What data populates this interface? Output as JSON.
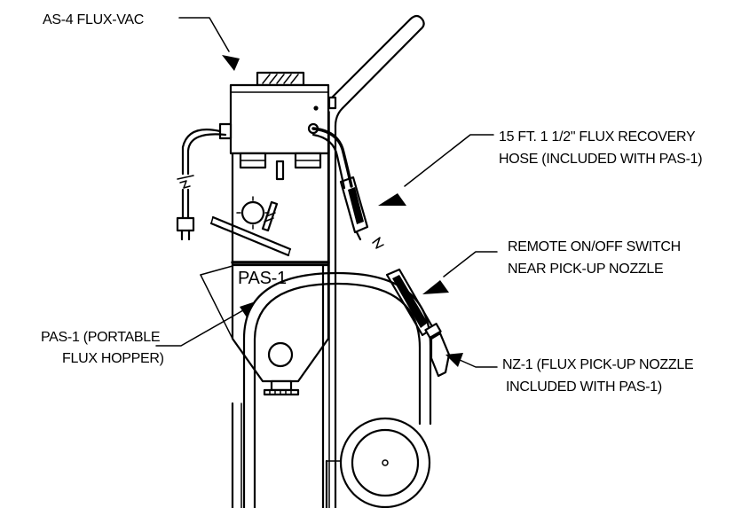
{
  "labels": {
    "flux_vac": "AS-4 FLUX-VAC",
    "hose_line1": "15 FT. 1 1/2\" FLUX RECOVERY",
    "hose_line2": "HOSE (INCLUDED WITH PAS-1)",
    "switch_line1": "REMOTE ON/OFF SWITCH",
    "switch_line2": "NEAR PICK-UP NOZZLE",
    "hopper_line1": "PAS-1 (PORTABLE",
    "hopper_line2": "FLUX HOPPER)",
    "hopper_body": "PAS-1",
    "nozzle_line1": "NZ-1 (FLUX PICK-UP NOZZLE",
    "nozzle_line2": "INCLUDED WITH PAS-1)"
  },
  "colors": {
    "line": "#000000",
    "background": "#ffffff"
  }
}
